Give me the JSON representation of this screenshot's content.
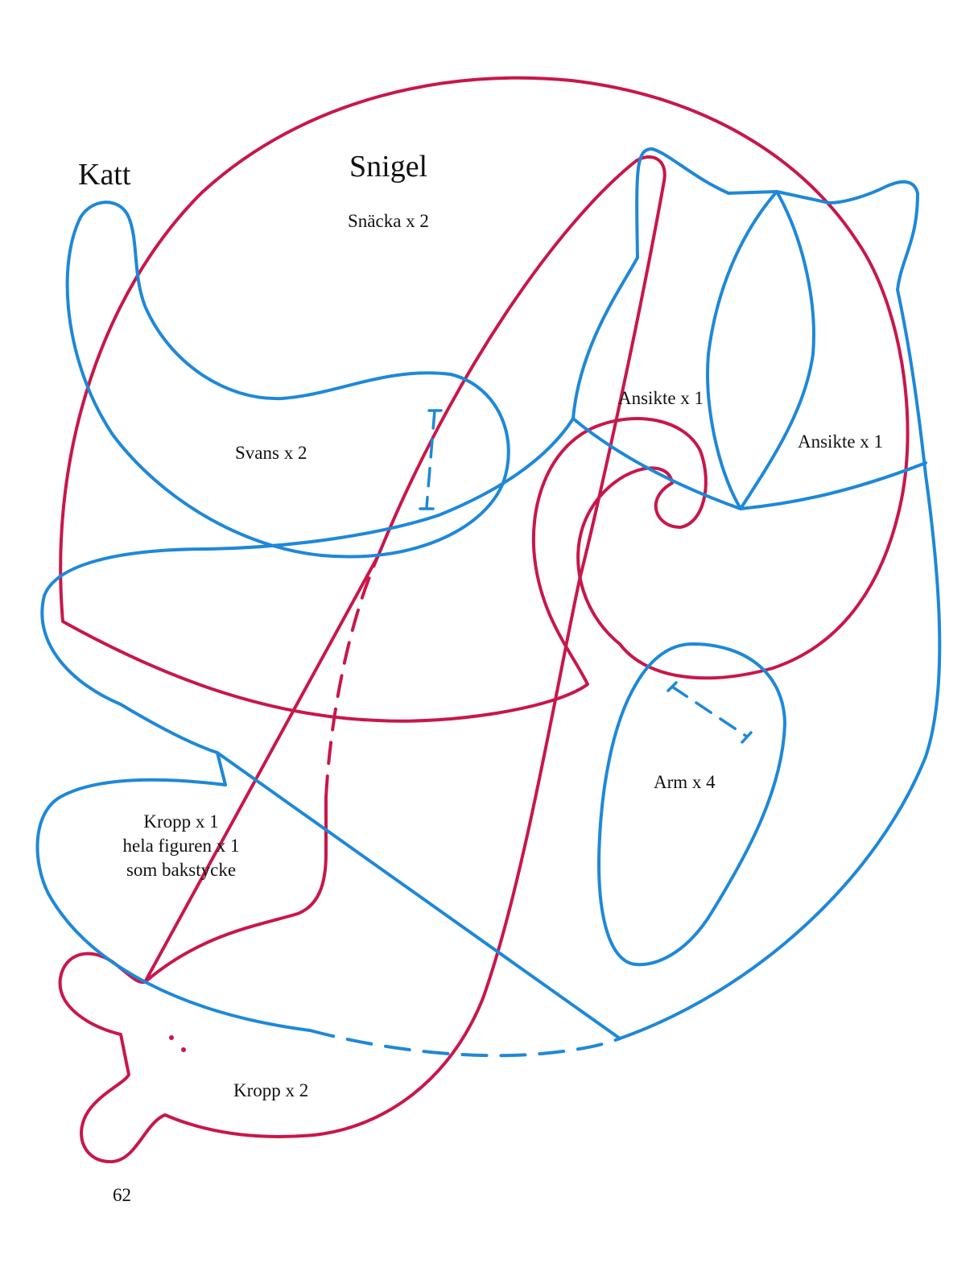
{
  "headings": {
    "cat": "Katt",
    "snail": "Snigel"
  },
  "labels": {
    "shell": "Snäcka x 2",
    "tail": "Svans x 2",
    "face_cat": "Ansikte x 1",
    "face_snail": "Ansikte x 1",
    "arm": "Arm x 4",
    "cat_body_line1": "Kropp x 1",
    "cat_body_line2": "hela figuren x 1",
    "cat_body_line3": "som bakstycke",
    "snail_body": "Kropp x 2"
  },
  "page_number": "62",
  "colors": {
    "cat_outline": "#1e88d9",
    "snail_outline": "#c8174a",
    "text": "#111111",
    "background": "#ffffff"
  }
}
